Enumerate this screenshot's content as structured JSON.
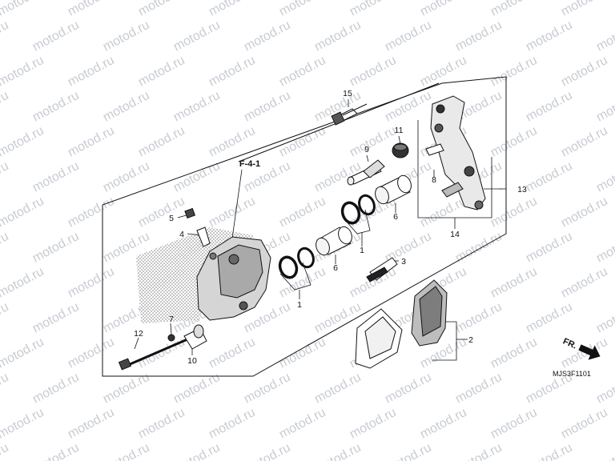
{
  "watermark": {
    "text": "motod.ru"
  },
  "reference": "F-4-1",
  "diagram_code": "MJS3F1101",
  "direction_label": "FR.",
  "callouts": {
    "c1a": "1",
    "c1b": "1",
    "c2": "2",
    "c3": "3",
    "c4": "4",
    "c5": "5",
    "c6a": "6",
    "c6b": "6",
    "c7": "7",
    "c8": "8",
    "c9": "9",
    "c10": "10",
    "c11": "11",
    "c12": "12",
    "c13": "13",
    "c14": "14",
    "c15": "15"
  },
  "colors": {
    "ink": "#111111",
    "watermark": "#c8ccd3",
    "shade": "#b9b9b9"
  }
}
